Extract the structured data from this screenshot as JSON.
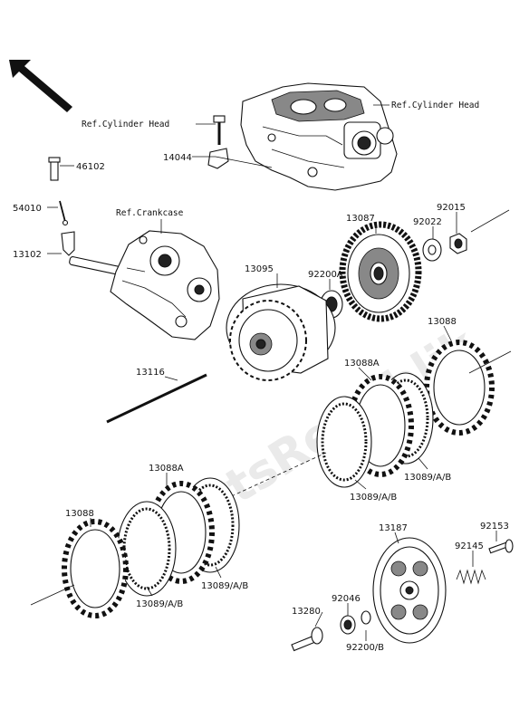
{
  "watermark": "PartsRepublik",
  "refs": {
    "cylinder_head_left": "Ref.Cylinder Head",
    "cylinder_head_right": "Ref.Cylinder Head",
    "crankcase": "Ref.Crankcase"
  },
  "labels": {
    "p46102": "46102",
    "p14044": "14044",
    "p54010": "54010",
    "p13102": "13102",
    "p13087": "13087",
    "p92015": "92015",
    "p92022": "92022",
    "p13095": "13095",
    "p92200A": "92200A",
    "p13088_top": "13088",
    "p13088A_top": "13088A",
    "p13116": "13116",
    "p13089_r1": "13089/A/B",
    "p13089_r2": "13089/A/B",
    "p13088A_left": "13088A",
    "p13088_left": "13088",
    "p13089_l1": "13089/A/B",
    "p13089_l2": "13089/A/B",
    "p13187": "13187",
    "p92153": "92153",
    "p92145": "92145",
    "p92046": "92046",
    "p13280": "13280",
    "p92200B": "92200/B"
  }
}
